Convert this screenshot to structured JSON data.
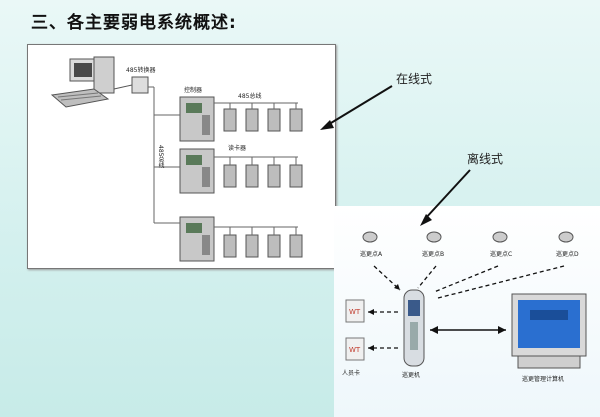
{
  "title": "三、各主要弱电系统概述:",
  "online": {
    "callout": "在线式",
    "converter": "485转换器",
    "controller": "控制器",
    "bus": "485总线",
    "reader": "读卡器",
    "vbus": "485总线"
  },
  "offline": {
    "callout": "离线式",
    "points": [
      "巡更点A",
      "巡更点B",
      "巡更点C",
      "巡更点D"
    ],
    "card": "人员卡",
    "device": "巡更机",
    "computer": "巡更管理计算机"
  },
  "colors": {
    "arrow": "#111111",
    "box": "#888888",
    "screen": "#2a6fd0"
  }
}
